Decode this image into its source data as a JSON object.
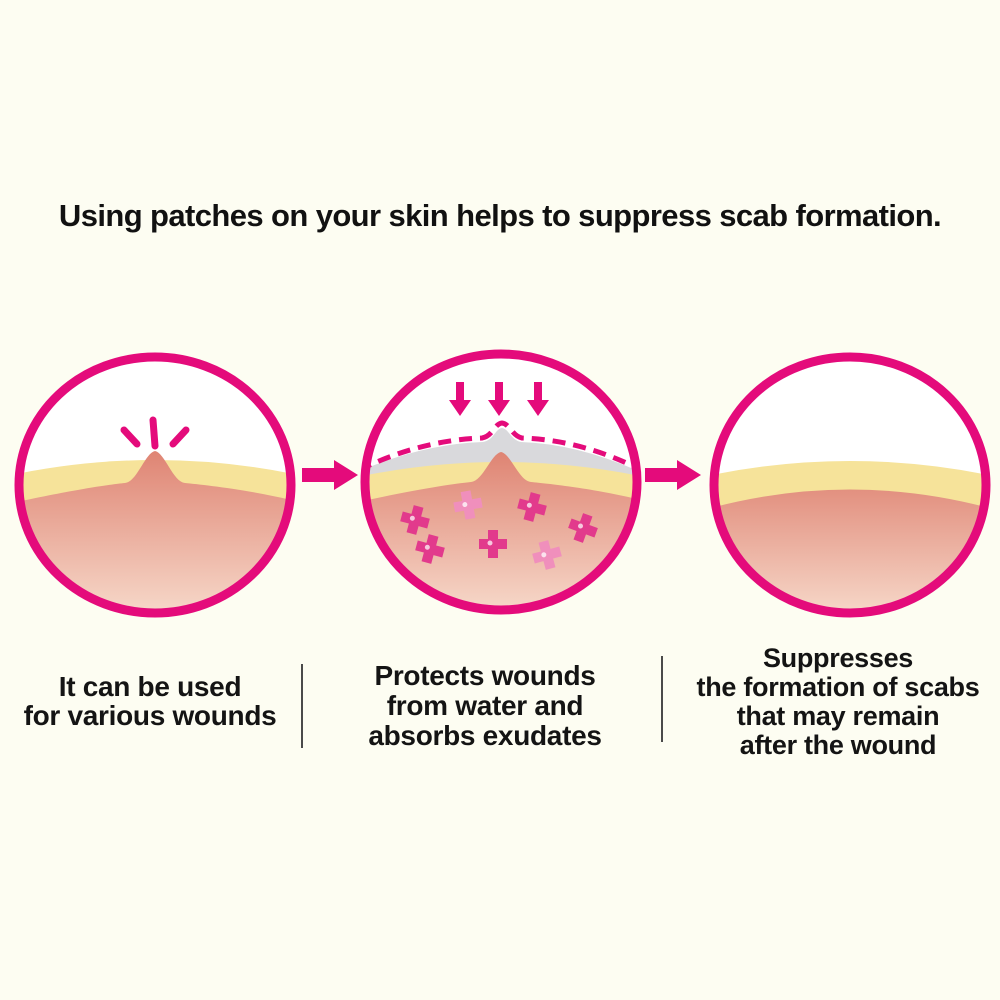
{
  "title": "Using patches on your skin helps to suppress scab formation.",
  "steps": [
    {
      "illustration": "wound-bump-on-skin",
      "caption_lines": [
        "It can be used",
        "for various wounds"
      ]
    },
    {
      "illustration": "patch-covering-wound-absorbing-exudates",
      "caption_lines": [
        "Protects wounds",
        "from water and",
        "absorbs exudates"
      ]
    },
    {
      "illustration": "smooth-healed-skin",
      "caption_lines": [
        "Suppresses",
        "the formation of scabs",
        "that may remain",
        "after the wound"
      ]
    }
  ],
  "colors": {
    "accent_magenta": "#E40B7B",
    "epidermis_yellow": "#F6E39A",
    "dermis_top": "#DF8472",
    "dermis_bottom": "#F8DCCB",
    "patch_grey": "#D9D9DC",
    "exudate_dark": "#E23A8C",
    "exudate_light": "#F08FBC",
    "background": "#FDFDF2",
    "divider_grey": "#4a4a4a",
    "text": "#141414"
  }
}
